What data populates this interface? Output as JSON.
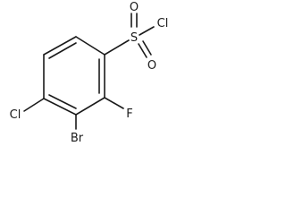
{
  "atoms": {
    "sulfur": "S",
    "chlorine_on_sulfur": "Cl",
    "oxygen_upper": "O",
    "oxygen_lower": "O",
    "fluorine": "F",
    "bromine": "Br",
    "chlorine_on_ring": "Cl"
  }
}
